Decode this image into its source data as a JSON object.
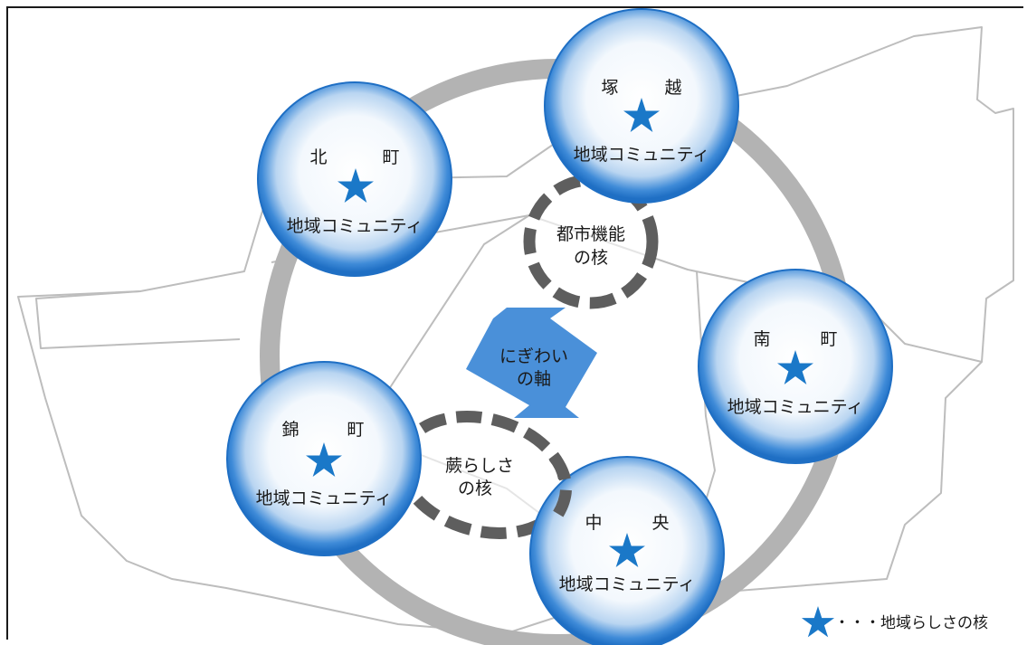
{
  "communities": [
    {
      "name_a": "北",
      "name_b": "町",
      "subtitle": "地域コミュニティ"
    },
    {
      "name_a": "塚",
      "name_b": "越",
      "subtitle": "地域コミュニティ"
    },
    {
      "name_a": "南",
      "name_b": "町",
      "subtitle": "地域コミュニティ"
    },
    {
      "name_a": "錦",
      "name_b": "町",
      "subtitle": "地域コミュニティ"
    },
    {
      "name_a": "中",
      "name_b": "央",
      "subtitle": "地域コミュニティ"
    }
  ],
  "cores": {
    "urban": {
      "line1": "都市機能",
      "line2": "の核"
    },
    "warabi": {
      "line1": "蕨らしさ",
      "line2": "の核"
    }
  },
  "axis": {
    "line1": "にぎわい",
    "line2": "の軸"
  },
  "legend": {
    "text": "・・・地域らしさの核"
  },
  "colors": {
    "star": "#1a78c8",
    "arrow": "#4a90d9",
    "ring": "#b3b3b3",
    "dashed": "#5e5e5e",
    "bubble_edge": "#1f6fc4"
  }
}
